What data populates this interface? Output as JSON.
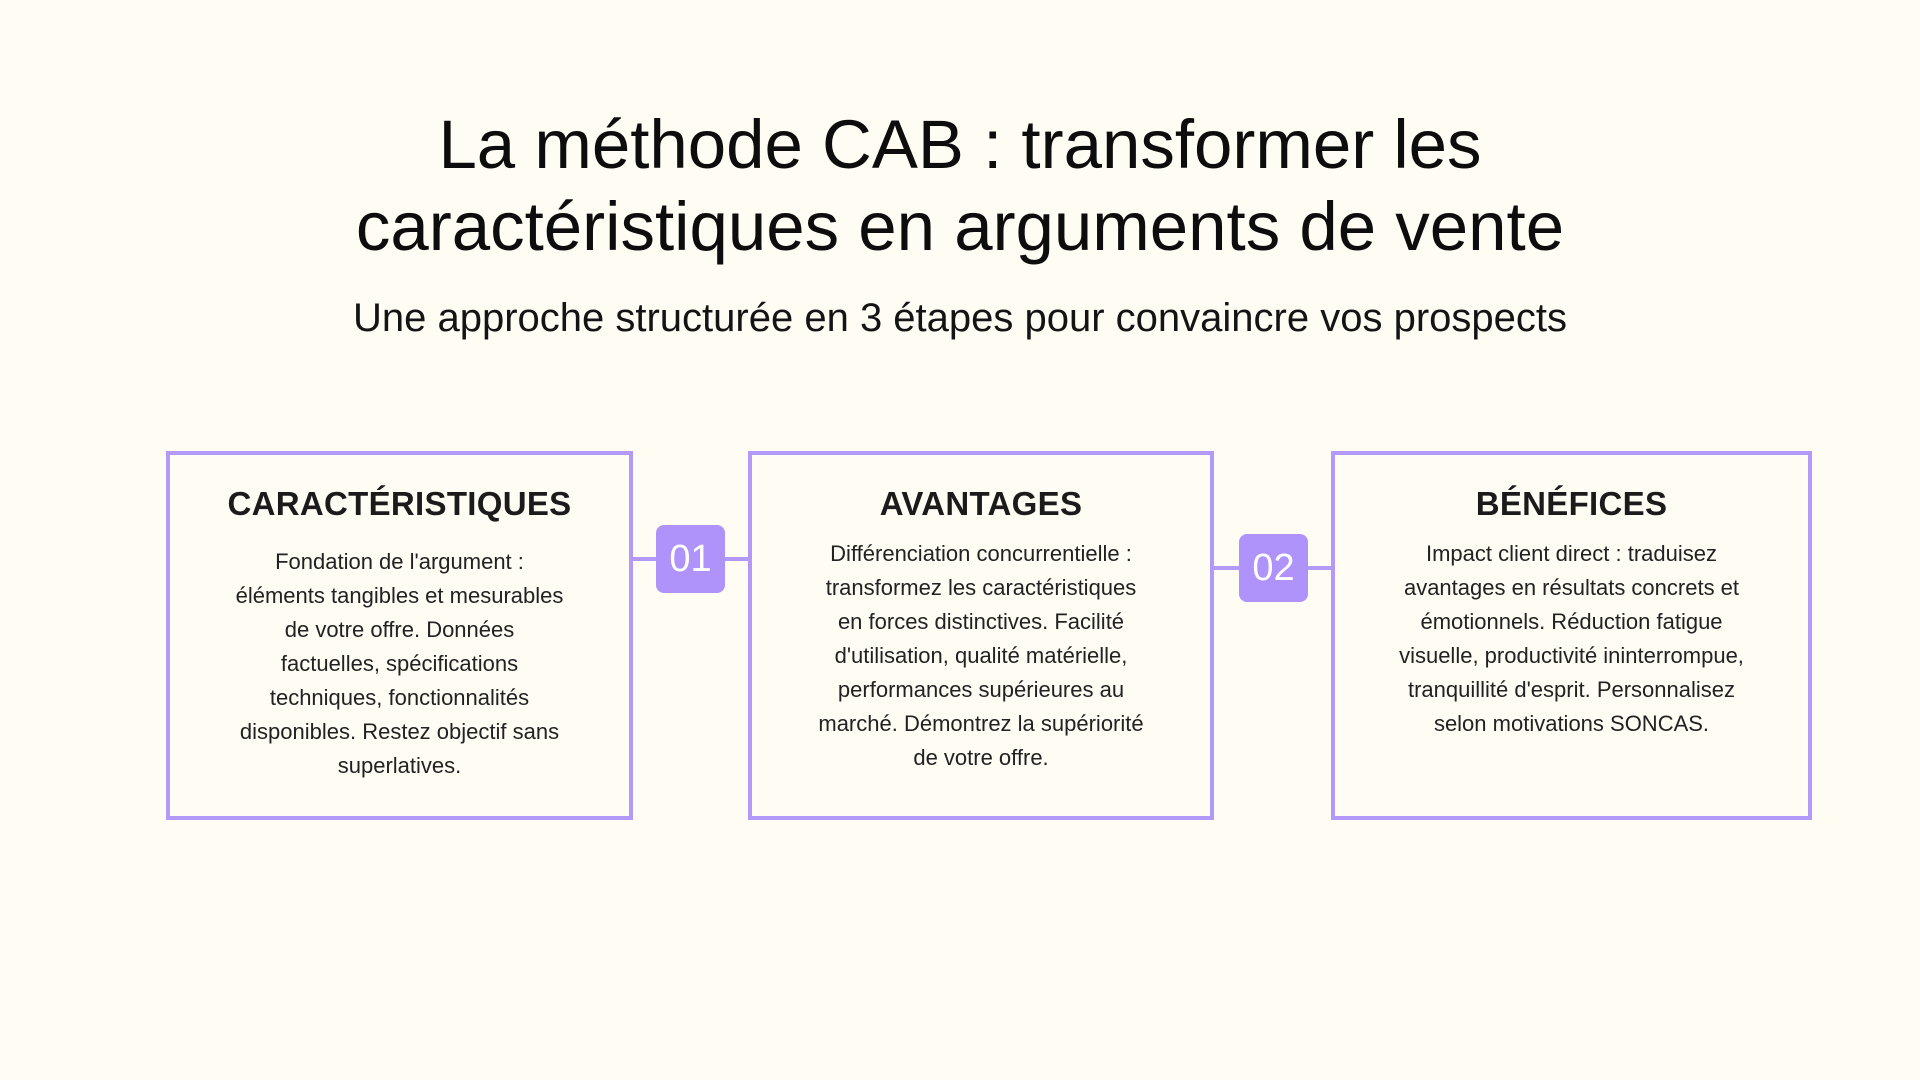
{
  "header": {
    "title_lines": [
      "La méthode CAB : transformer les",
      "caractéristiques en arguments de vente"
    ],
    "subtitle": "Une approche structurée en 3 étapes pour convaincre vos prospects"
  },
  "colors": {
    "background": "#FFFCF4",
    "accent": "#B39AFA",
    "badge": "#AF93FA",
    "text": "#111111"
  },
  "steps": [
    {
      "heading": "CARACTÉRISTIQUES",
      "body_lines": [
        "Fondation de l'argument :",
        "éléments tangibles et mesurables",
        "de votre offre. Données",
        "factuelles, spécifications",
        "techniques, fonctionnalités",
        "disponibles. Restez objectif sans",
        "superlatives."
      ]
    },
    {
      "heading": "AVANTAGES",
      "body_lines": [
        "Différenciation concurrentielle :",
        "transformez les caractéristiques",
        "en forces distinctives. Facilité",
        "d'utilisation, qualité matérielle,",
        "performances supérieures au",
        "marché. Démontrez la supériorité",
        "de votre offre."
      ]
    },
    {
      "heading": "BÉNÉFICES",
      "body_lines": [
        "Impact client direct : traduisez",
        "avantages en résultats concrets et",
        "émotionnels. Réduction fatigue",
        "visuelle, productivité ininterrompue,",
        "tranquillité d'esprit. Personnalisez",
        "selon motivations SONCAS."
      ]
    }
  ],
  "connectors": [
    {
      "badge": "01"
    },
    {
      "badge": "02"
    }
  ]
}
